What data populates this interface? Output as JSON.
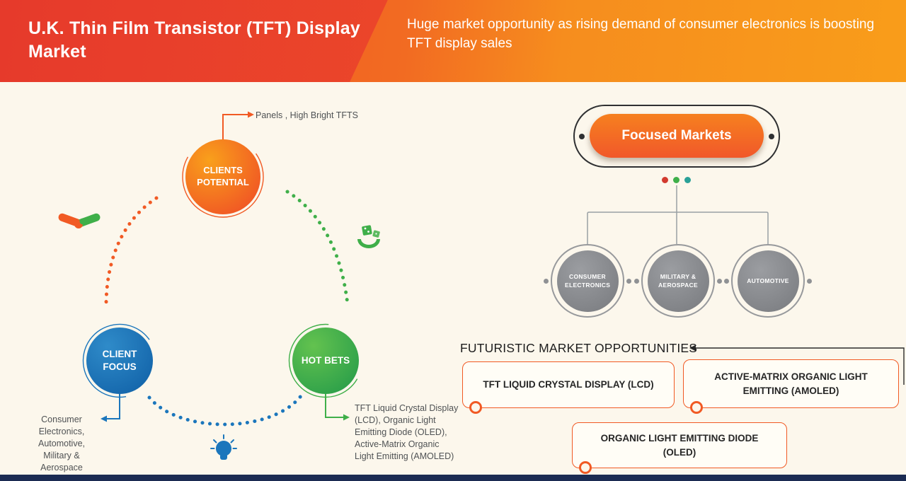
{
  "header": {
    "title": "U.K. Thin Film Transistor (TFT) Display Market",
    "subtitle": "Huge market opportunity as rising demand of consumer electronics is boosting TFT display sales"
  },
  "left_diagram": {
    "clients_potential": {
      "label": "CLIENTS POTENTIAL",
      "note": "Panels , High Bright TFTS"
    },
    "client_focus": {
      "label": "CLIENT FOCUS",
      "note": "Consumer Electronics, Automotive, Military & Aerospace"
    },
    "hot_bets": {
      "label": "HOT BETS",
      "note": "TFT Liquid Crystal Display (LCD), Organic Light Emitting Diode (OLED), Active-Matrix Organic Light Emitting (AMOLED)"
    }
  },
  "focused_markets": {
    "title": "Focused Markets",
    "markets": [
      {
        "label": "CONSUMER ELECTRONICS"
      },
      {
        "label": "MILITARY & AEROSPACE"
      },
      {
        "label": "AUTOMOTIVE"
      }
    ]
  },
  "opportunities": {
    "heading": "FUTURISTIC MARKET OPPORTUNITIES",
    "boxes": [
      {
        "label": "TFT LIQUID CRYSTAL DISPLAY (LCD)"
      },
      {
        "label": "ACTIVE-MATRIX ORGANIC LIGHT EMITTING (AMOLED)"
      },
      {
        "label": "ORGANIC LIGHT EMITTING DIODE (OLED)"
      }
    ]
  },
  "colors": {
    "accent_orange": "#f15a24",
    "orange_light": "#f89c1c",
    "blue": "#1b76bc",
    "green": "#3faf49",
    "teal": "#2aa198",
    "red": "#d23a2e",
    "gray": "#8f9194",
    "navy": "#1b2b52",
    "cream": "#fcf7ec"
  }
}
